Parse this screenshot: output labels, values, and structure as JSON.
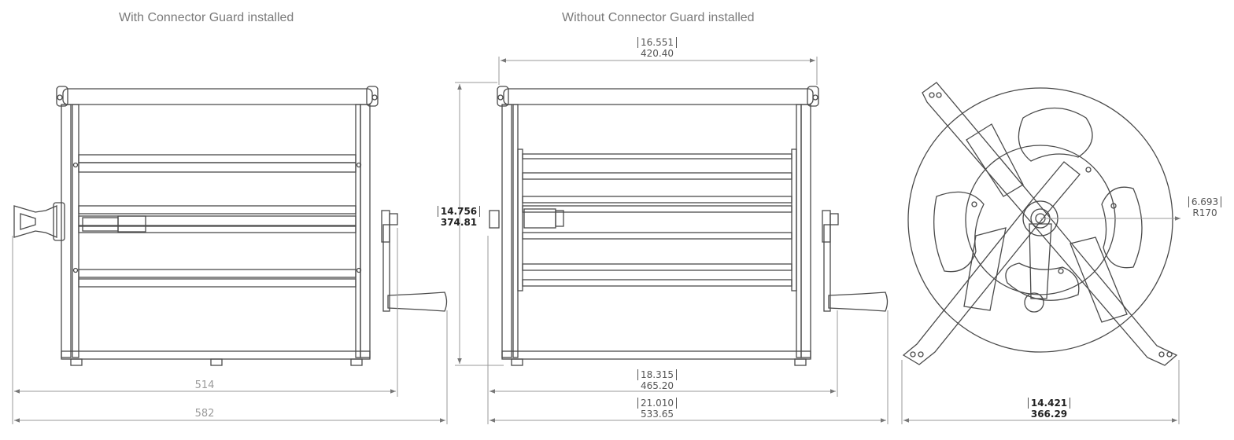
{
  "captions": {
    "with_guard": "With Connector Guard installed",
    "without_guard": "Without Connector Guard installed"
  },
  "dimensions": {
    "front1_width_short": "514",
    "front1_width_long": "582",
    "front2_top_in": "16.551",
    "front2_top_mm": "420.40",
    "front2_height_in": "14.756",
    "front2_height_mm": "374.81",
    "front2_width_short_in": "18.315",
    "front2_width_short_mm": "465.20",
    "front2_width_long_in": "21.010",
    "front2_width_long_mm": "533.65",
    "side_radius_in": "6.693",
    "side_radius_mm": "R170",
    "side_width_in": "14.421",
    "side_width_mm": "366.29"
  },
  "colors": {
    "line": "#4a4a4a",
    "dim_line": "#9a9a9a",
    "text": "#555555"
  }
}
